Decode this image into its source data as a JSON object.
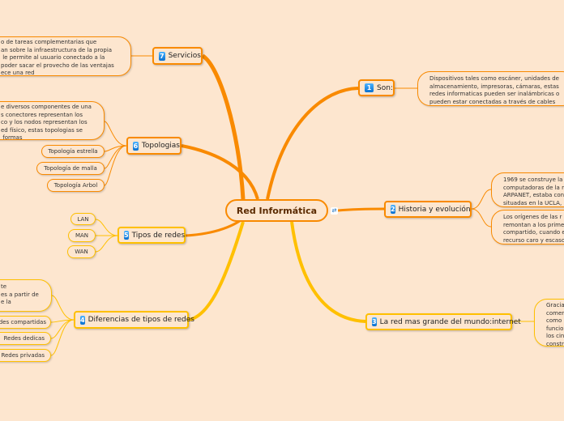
{
  "central": {
    "title": "Red Informática",
    "icon": "link-icon"
  },
  "colors": {
    "upper_branch": "#f98a00",
    "lower_branch": "#ffc000",
    "background": "#fde6cf",
    "number_badge": "#1a8ae6"
  },
  "branches": [
    {
      "num": "1",
      "label": "Son:",
      "desc": "Dispositivos tales como escáner, unidades de\nalmacenamiento, impresoras, cámaras, estas\nredes informaticas pueden ser inalámbricas o\npueden estar conectadas a través de cables"
    },
    {
      "num": "2",
      "label": "Historia y evolución",
      "desc1": "1969 se construye la\ncomputadoras de la r\nARPANET, estaba con\nsituadas en la UCLA,",
      "desc2": "Los orígenes de las r\nremontan a los prime\ncompartido, cuando e\nrecurso caro y escaso"
    },
    {
      "num": "3",
      "label": "La red mas grande del mundo:internet",
      "desc": "Gracia\ncomer\ncomo I\nfuncio\nlos cin\nconstr"
    },
    {
      "num": "4",
      "label": "Diferencias de tipos de redes",
      "desc": "te\nes a partir de\ne la",
      "items": [
        "des compartidas",
        "Redes dedicas",
        "Redes privadas"
      ]
    },
    {
      "num": "5",
      "label": "Tipos de redes",
      "items": [
        "LAN",
        "MAN",
        "WAN"
      ]
    },
    {
      "num": "6",
      "label": "Topologias",
      "desc": "e diversos componentes de una\ns conectores representan los\nco y los nodos representan los\ned físico, estas topologias se\n formas",
      "items": [
        "Topología estrella",
        "Topología de malla",
        "Topología Arbol"
      ]
    },
    {
      "num": "7",
      "label": "Servicios",
      "desc": "o de tareas complementarias que\nan sobre la infraestructura de la propia\n le permite al usuario conectado a la\npoder sacar el provecho de las ventajas\nece una red"
    }
  ]
}
